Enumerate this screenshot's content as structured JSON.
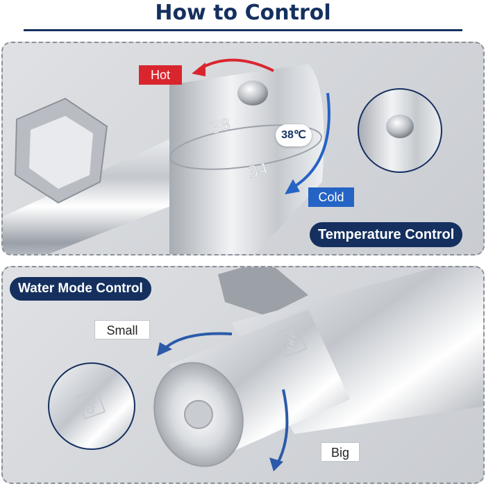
{
  "title": "How to Control",
  "temperature": {
    "caption": "Temperature Control",
    "hot_label": "Hot",
    "cold_label": "Cold",
    "reading": "38℃",
    "scale_marks": [
      "38",
      "34"
    ],
    "colors": {
      "hot": "#d9262e",
      "cold": "#2563c5",
      "navy": "#15305f"
    }
  },
  "water_mode": {
    "caption": "Water Mode Control",
    "small_label": "Small",
    "big_label": "Big",
    "knob_mark": "OFF",
    "arrow_color": "#2b5aa8"
  }
}
